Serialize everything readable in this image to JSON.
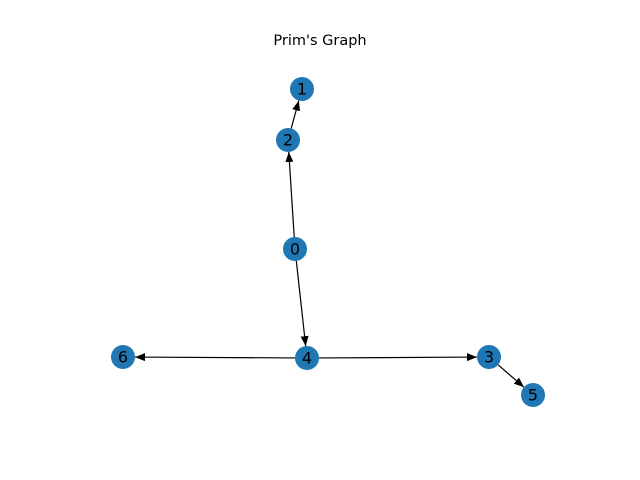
{
  "figure": {
    "title": "Prim's Graph"
  },
  "colors": {
    "node_fill": "#1f77b4",
    "edge_stroke": "#000000",
    "label_text": "#000000",
    "background": "#ffffff"
  },
  "graph": {
    "directed": true,
    "nodes": [
      {
        "id": "0",
        "label": "0"
      },
      {
        "id": "1",
        "label": "1"
      },
      {
        "id": "2",
        "label": "2"
      },
      {
        "id": "3",
        "label": "3"
      },
      {
        "id": "4",
        "label": "4"
      },
      {
        "id": "5",
        "label": "5"
      },
      {
        "id": "6",
        "label": "6"
      }
    ],
    "edges": [
      {
        "from": "0",
        "to": "2"
      },
      {
        "from": "2",
        "to": "1"
      },
      {
        "from": "0",
        "to": "4"
      },
      {
        "from": "4",
        "to": "6"
      },
      {
        "from": "4",
        "to": "3"
      },
      {
        "from": "3",
        "to": "5"
      }
    ]
  }
}
